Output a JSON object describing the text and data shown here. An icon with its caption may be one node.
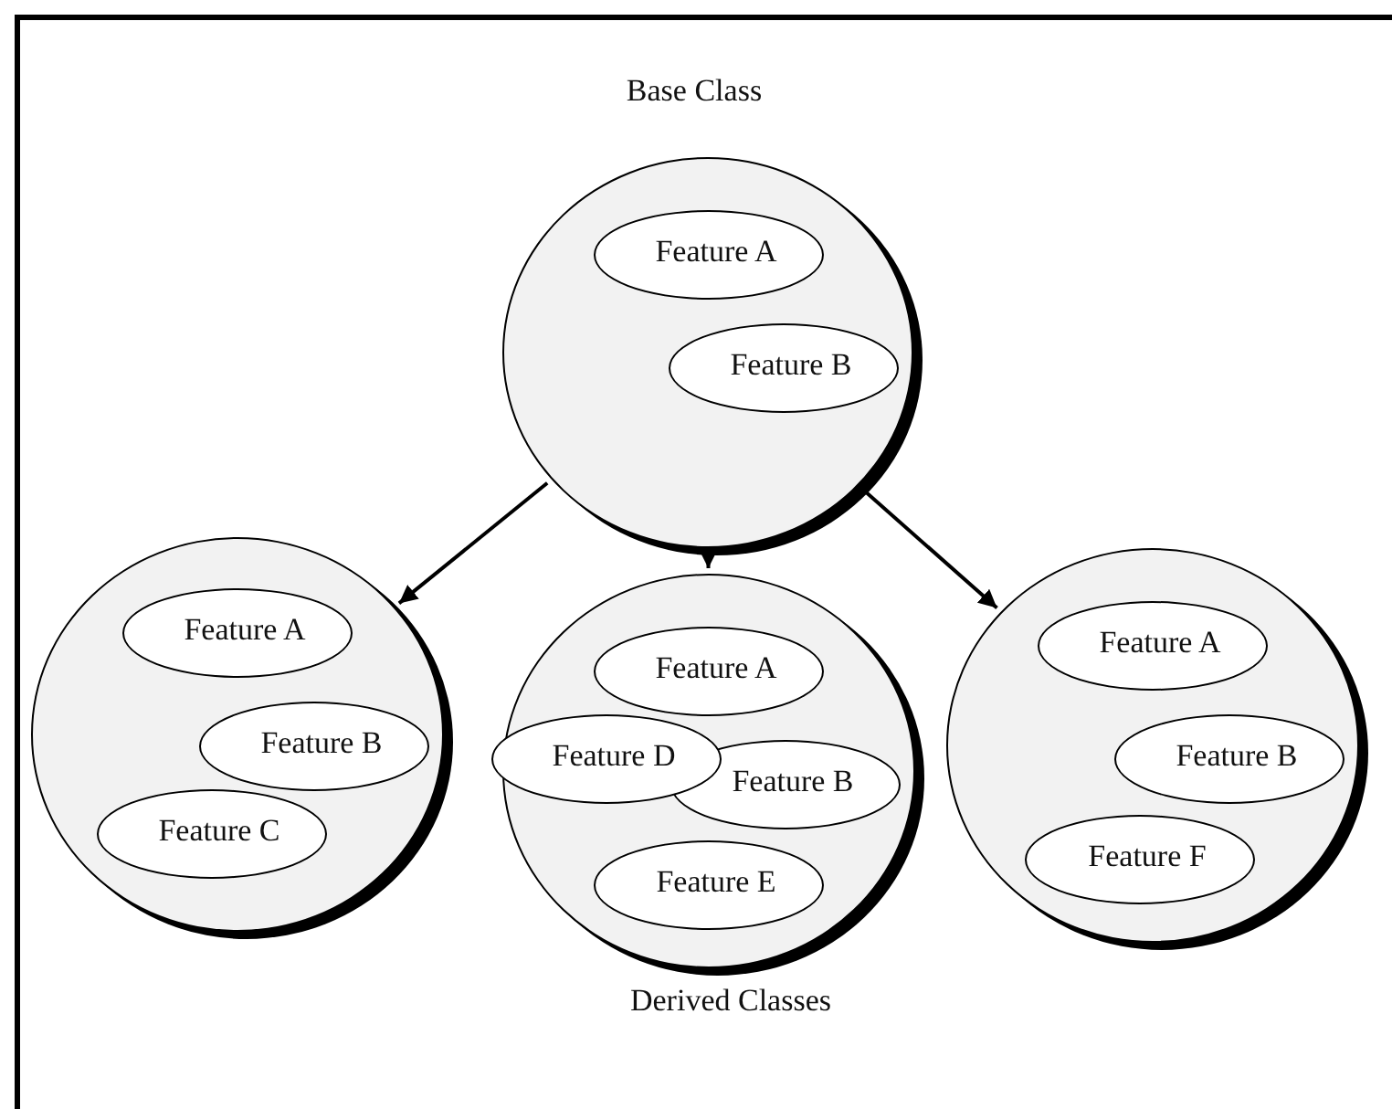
{
  "diagram": {
    "nodes": [
      {
        "text": [],
        "shape": "circle",
        "beside": [
          "Base Class"
        ]
      },
      {
        "text": [
          "Feature A"
        ],
        "in": 0
      },
      {
        "text": [
          "Feature B"
        ],
        "in": 0
      },
      {
        "text": [],
        "shape": "circle"
      },
      {
        "text": [
          "Feature A"
        ],
        "in": 3
      },
      {
        "text": [
          "Feature B"
        ],
        "in": 3
      },
      {
        "text": [
          "Feature C"
        ],
        "in": 3
      },
      {
        "text": [],
        "shape": "circle"
      },
      {
        "text": [
          "Feature A"
        ],
        "in": 7
      },
      {
        "text": [
          "Feature B"
        ],
        "in": 7
      },
      {
        "text": [
          "Feature D"
        ],
        "in": 7
      },
      {
        "text": [
          "Feature E"
        ],
        "in": 7
      },
      {
        "text": [],
        "shape": "circle"
      },
      {
        "text": [
          "Feature A"
        ],
        "in": 12
      },
      {
        "text": [
          "Feature B"
        ],
        "in": 12
      },
      {
        "text": [
          "Feature F"
        ],
        "in": 12
      }
    ],
    "edges": [
      {
        "from": 0,
        "to": 3,
        "arrow": "to"
      },
      {
        "from": 0,
        "to": 7,
        "arrow": "to"
      },
      {
        "from": 0,
        "to": 12,
        "arrow": "to"
      }
    ],
    "labels": [
      "Derived Classes"
    ]
  }
}
